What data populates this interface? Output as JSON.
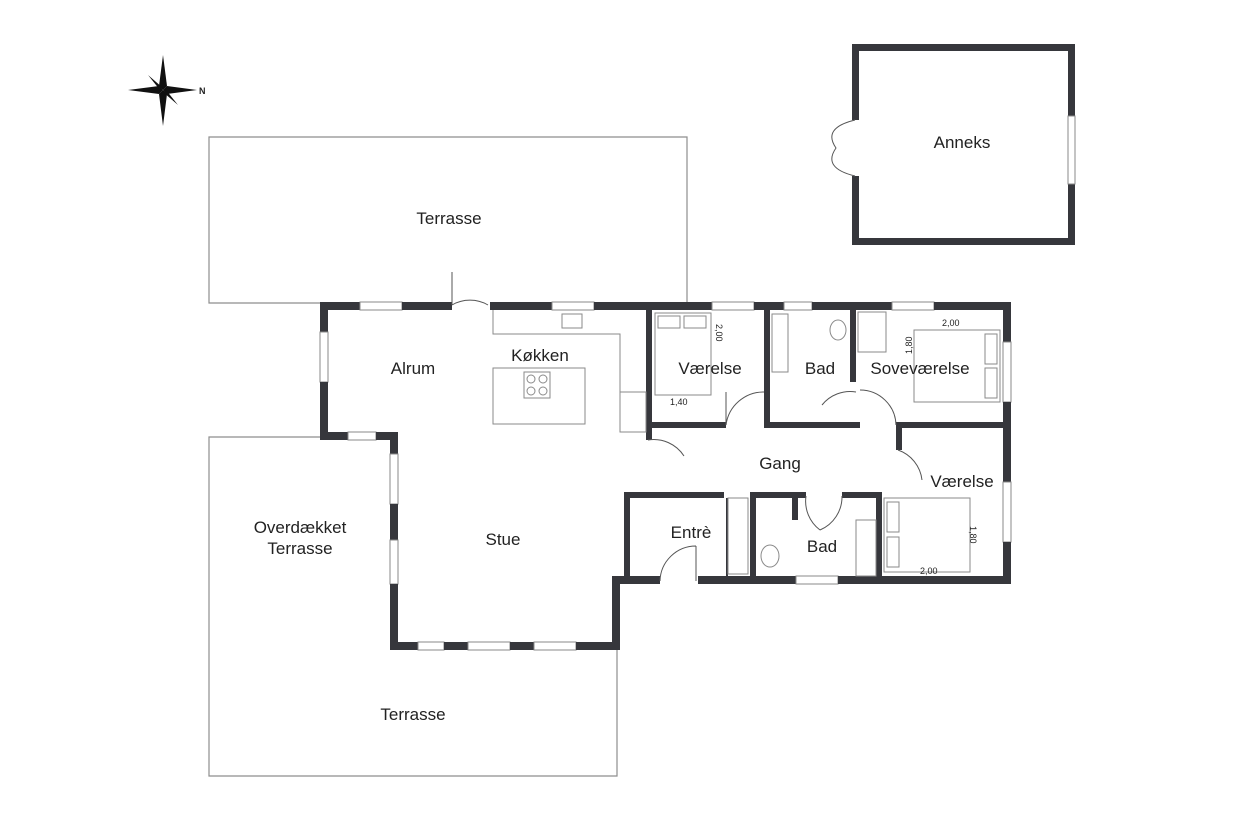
{
  "compass": {
    "north_label": "N"
  },
  "rooms": {
    "terrasse_top": "Terrasse",
    "anneks": "Anneks",
    "alrum": "Alrum",
    "kokken": "Køkken",
    "vaerelse_1": "Værelse",
    "bad_1": "Bad",
    "sovevaerelse": "Soveværelse",
    "gang": "Gang",
    "vaerelse_2": "Værelse",
    "overdaekket_line1": "Overdækket",
    "overdaekket_line2": "Terrasse",
    "stue": "Stue",
    "entre": "Entrè",
    "bad_2": "Bad",
    "terrasse_bottom": "Terrasse"
  },
  "dimensions": {
    "vaerelse_1_w": "2,00",
    "vaerelse_1_l": "1,40",
    "sove_w": "2,00",
    "sove_l": "1,80",
    "vaerelse_2_l": "1,80",
    "vaerelse_2_w": "2,00"
  }
}
